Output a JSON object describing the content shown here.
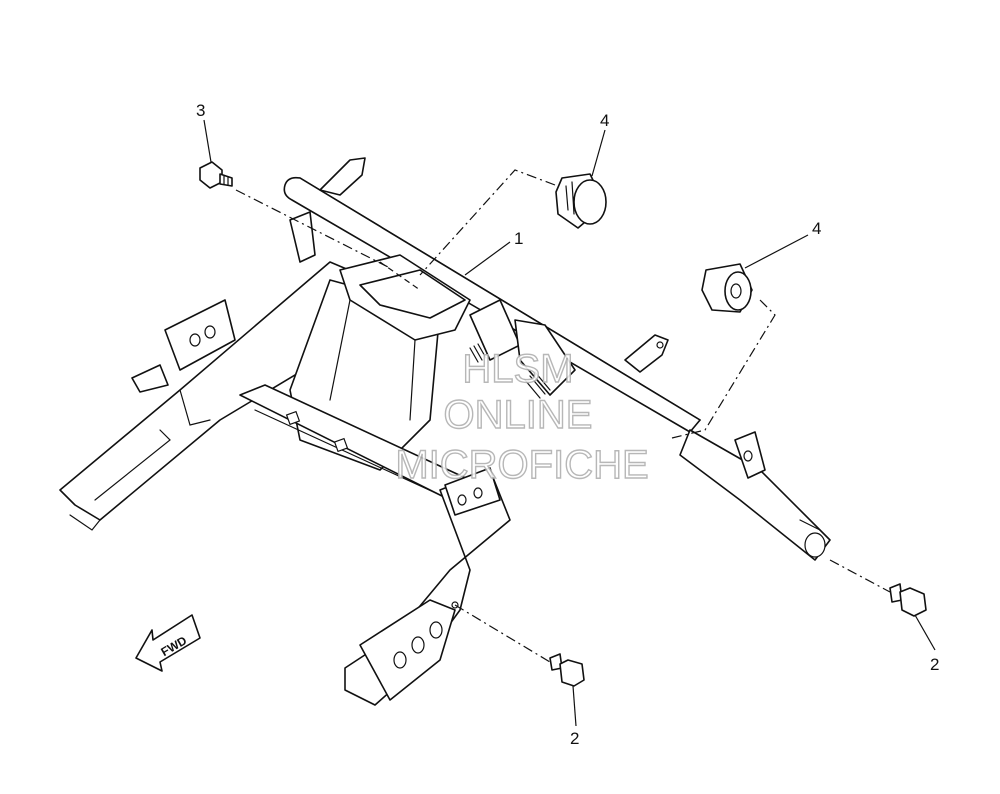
{
  "diagram": {
    "callouts": {
      "frame": "1",
      "bolt_lower": "2",
      "bolt_rear": "2",
      "bolt_top": "3",
      "damper_upper": "4",
      "damper_lower": "4"
    },
    "fwd_label": "FWD",
    "watermark": {
      "line1": "HLSM",
      "line2": "ONLINE",
      "line3": "MICROFICHE"
    }
  }
}
